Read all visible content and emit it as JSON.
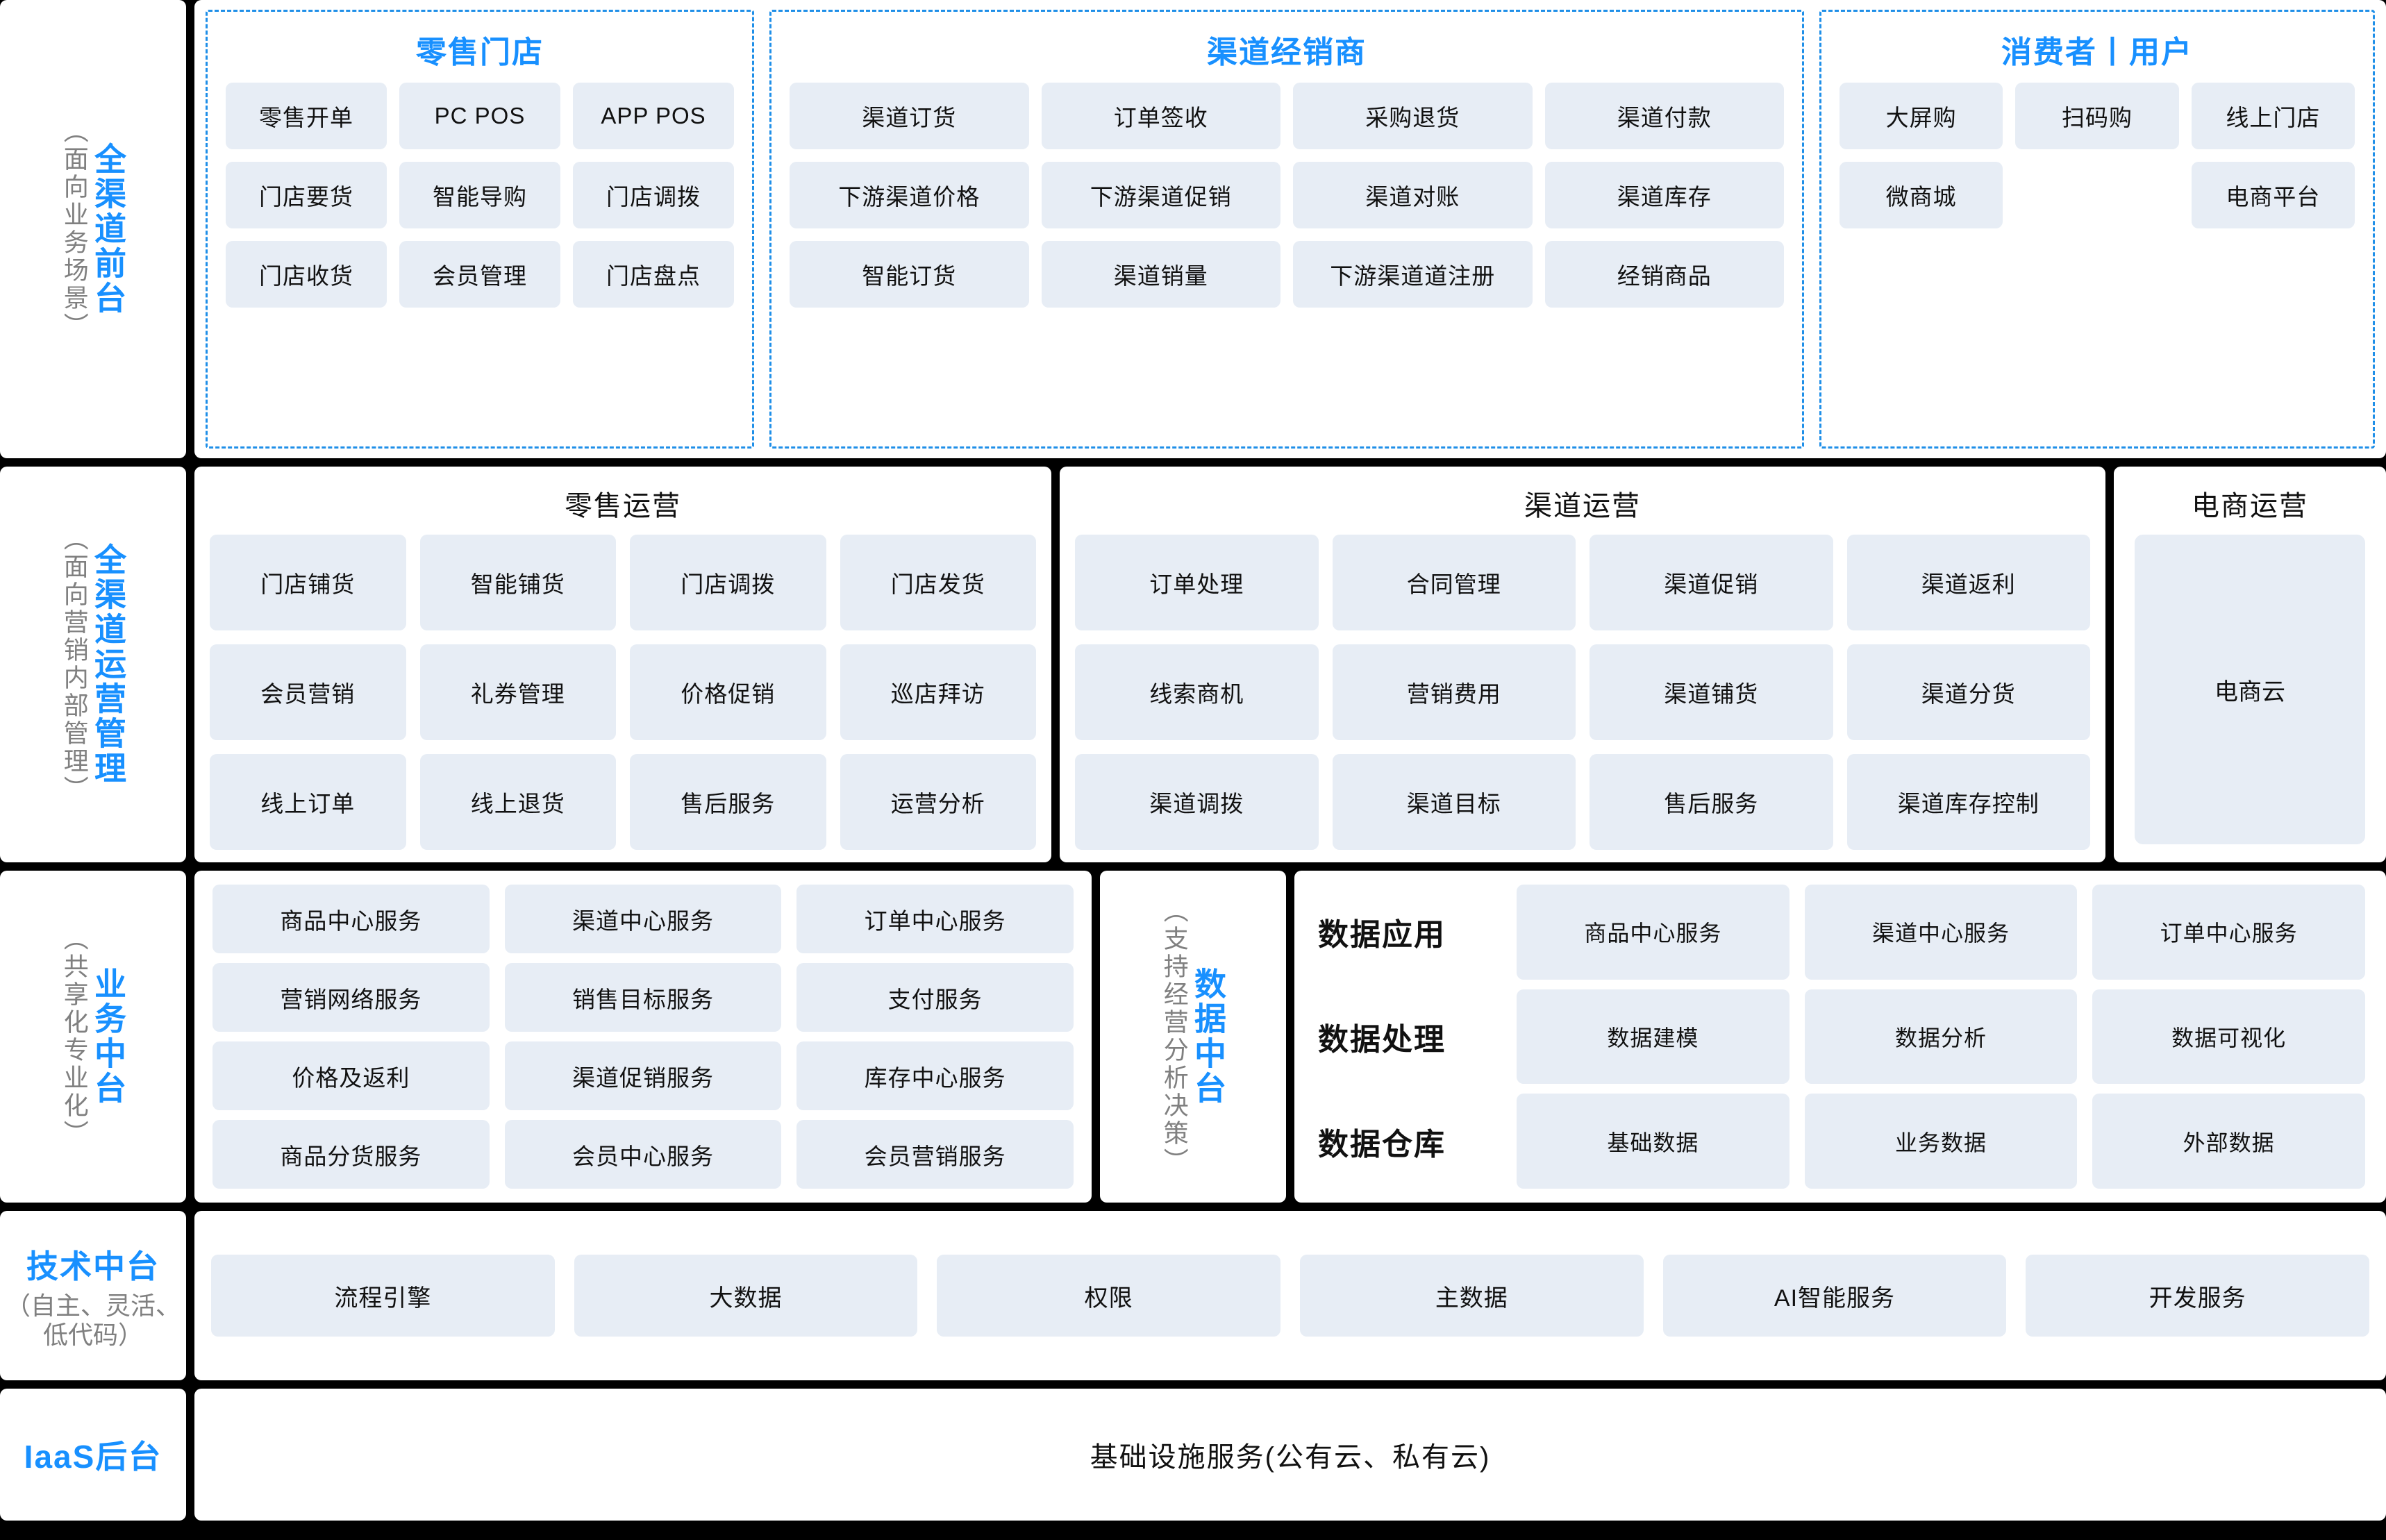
{
  "colors": {
    "accent": "#1890ff",
    "tile_bg": "#e7edf5",
    "panel_bg": "#ffffff",
    "separator": "#000000",
    "muted_text": "#808080"
  },
  "bands": {
    "frontdesk": {
      "side_title": "全渠道前台",
      "side_sub": "（面向业务场景）",
      "groups": [
        {
          "title": "零售门店",
          "columns": 3,
          "tiles": [
            "零售开单",
            "PC POS",
            "APP POS",
            "门店要货",
            "智能导购",
            "门店调拨",
            "门店收货",
            "会员管理",
            "门店盘点"
          ]
        },
        {
          "title": "渠道经销商",
          "columns": 4,
          "tiles": [
            "渠道订货",
            "订单签收",
            "采购退货",
            "渠道付款",
            "下游渠道价格",
            "下游渠道促销",
            "渠道对账",
            "渠道库存",
            "智能订货",
            "渠道销量",
            "下游渠道道注册",
            "经销商品"
          ]
        },
        {
          "title": "消费者丨用户",
          "columns": 3,
          "tiles": [
            "大屏购",
            "扫码购",
            "线上门店",
            "微商城",
            "",
            "电商平台"
          ]
        }
      ]
    },
    "operations": {
      "side_title": "全渠道运营管理",
      "side_sub": "（面向营销内部管理）",
      "groups": [
        {
          "title": "零售运营",
          "tiles": [
            "门店铺货",
            "智能铺货",
            "门店调拨",
            "门店发货",
            "会员营销",
            "礼券管理",
            "价格促销",
            "巡店拜访",
            "线上订单",
            "线上退货",
            "售后服务",
            "运营分析"
          ]
        },
        {
          "title": "渠道运营",
          "tiles": [
            "订单处理",
            "合同管理",
            "渠道促销",
            "渠道返利",
            "线索商机",
            "营销费用",
            "渠道铺货",
            "渠道分货",
            "渠道调拨",
            "渠道目标",
            "售后服务",
            "渠道库存控制"
          ]
        }
      ],
      "ecommerce": {
        "title": "电商运营",
        "tile": "电商云"
      }
    },
    "business_middle": {
      "side_title": "业务中台",
      "side_sub": "（共享化专业化）",
      "tiles": [
        "商品中心服务",
        "渠道中心服务",
        "订单中心服务",
        "营销网络服务",
        "销售目标服务",
        "支付服务",
        "价格及返利",
        "渠道促销服务",
        "库存中心服务",
        "商品分货服务",
        "会员中心服务",
        "会员营销服务"
      ],
      "data_middle": {
        "side_title": "数据中台",
        "side_sub": "（支持经营分析决策）",
        "rows": [
          {
            "label": "数据应用",
            "tiles": [
              "商品中心服务",
              "渠道中心服务",
              "订单中心服务"
            ]
          },
          {
            "label": "数据处理",
            "tiles": [
              "数据建模",
              "数据分析",
              "数据可视化"
            ]
          },
          {
            "label": "数据仓库",
            "tiles": [
              "基础数据",
              "业务数据",
              "外部数据"
            ]
          }
        ]
      }
    },
    "technology": {
      "side_title": "技术中台",
      "side_sub": "（自主、灵活、低代码）",
      "tiles": [
        "流程引擎",
        "大数据",
        "权限",
        "主数据",
        "AI智能服务",
        "开发服务"
      ]
    },
    "iaas": {
      "side_title": "IaaS后台",
      "content": "基础设施服务(公有云、私有云)"
    }
  }
}
